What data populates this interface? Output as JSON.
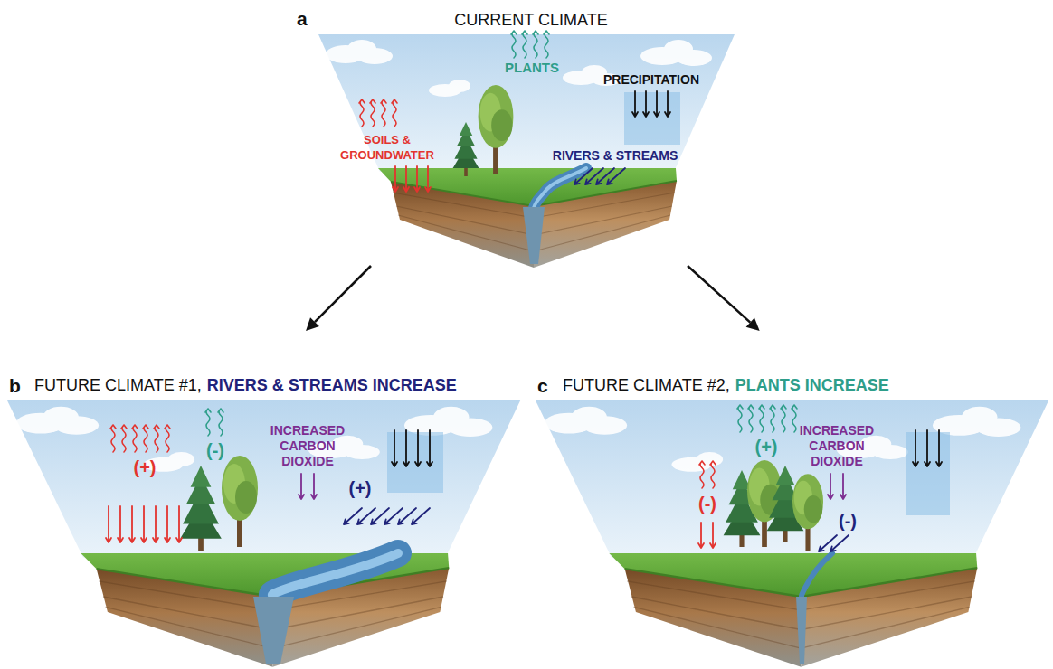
{
  "diagram": {
    "nodes": [
      {
        "text": [
          "a",
          "CURRENT CLIMATE"
        ]
      },
      {
        "text": [
          "b",
          "FUTURE CLIMATE #1,",
          "RIVERS & STREAMS INCREASE"
        ]
      },
      {
        "text": [
          "c",
          "FUTURE CLIMATE #2,",
          "PLANTS INCREASE"
        ]
      }
    ],
    "edges": [
      {
        "from": 0,
        "to": 1,
        "arrow": "to"
      },
      {
        "from": 0,
        "to": 2,
        "arrow": "to"
      }
    ],
    "labels": [
      "PLANTS",
      "SOILS & GROUNDWATER",
      "PRECIPITATION",
      "RIVERS & STREAMS",
      "(-)",
      "INCREASED CARBON DIOXIDE",
      "(+)",
      "(+)",
      "(+)",
      "INCREASED CARBON DIOXIDE",
      "(-)",
      "(-)"
    ]
  }
}
